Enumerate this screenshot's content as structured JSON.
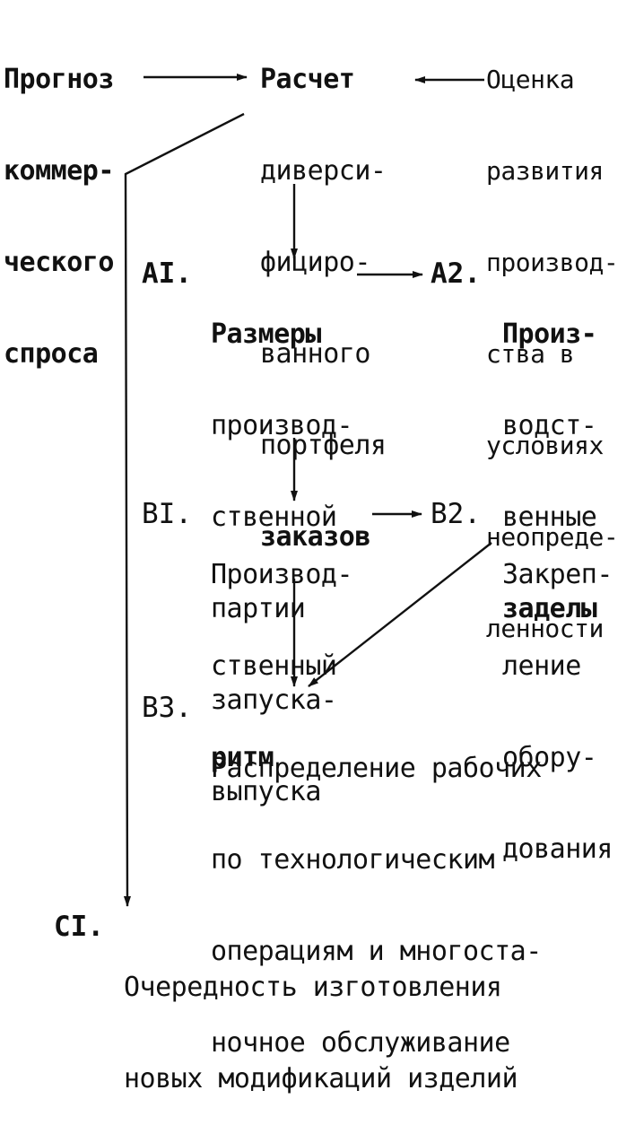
{
  "nodes": {
    "forecast": {
      "lines": [
        "Прогноз",
        "коммер-",
        "ческого",
        "спроса"
      ]
    },
    "calc": {
      "lines": [
        "Расчет",
        "диверси-",
        "фициро-",
        "ванного",
        "портфеля",
        "заказов"
      ]
    },
    "assess": {
      "lines": [
        "Оценка",
        "развития",
        "производ-",
        "ства в",
        "условиях",
        "неопреде-",
        "ленности"
      ]
    },
    "a1": {
      "code": "AI.",
      "lines": [
        "Размеры",
        "производ-",
        "ственной",
        "партии",
        "запуска-",
        "выпуска"
      ]
    },
    "a2": {
      "code": "A2.",
      "lines": [
        "Произ-",
        "водст-",
        "венные",
        "заделы"
      ]
    },
    "b1": {
      "code": "BI.",
      "lines": [
        "Производ-",
        "ственный",
        "ритм"
      ]
    },
    "b2": {
      "code": "B2.",
      "lines": [
        "Закреп-",
        "ление",
        "обору-",
        "дования"
      ]
    },
    "b3": {
      "code": "B3.",
      "lines": [
        "Распределение рабочих",
        "по технологическим",
        "операциям и многоста-",
        "ночное обслуживание"
      ]
    },
    "c1": {
      "code": "CI.",
      "lines": [
        "Очередность изготовления",
        "новых модификаций изделий"
      ]
    }
  },
  "edges": [
    {
      "from": "forecast",
      "to": "calc"
    },
    {
      "from": "assess",
      "to": "calc"
    },
    {
      "from": "calc",
      "to": "a1"
    },
    {
      "from": "a1",
      "to": "a2"
    },
    {
      "from": "a1",
      "to": "b1"
    },
    {
      "from": "b1",
      "to": "b2"
    },
    {
      "from": "b1",
      "to": "b3"
    },
    {
      "from": "b2",
      "to": "b3"
    },
    {
      "from": "calc",
      "to": "c1"
    }
  ],
  "colors": {
    "ink": "#111111",
    "paper": "#ffffff"
  }
}
